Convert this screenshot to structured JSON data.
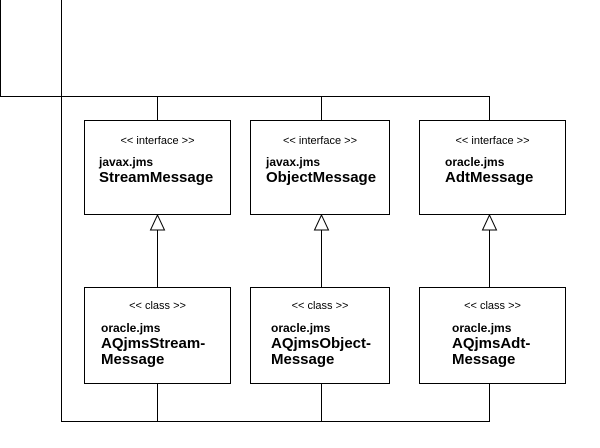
{
  "interfaces": [
    {
      "stereotype": "<< interface >>",
      "package": "javax.jms",
      "name": "StreamMessage"
    },
    {
      "stereotype": "<< interface >>",
      "package": "javax.jms",
      "name": "ObjectMessage"
    },
    {
      "stereotype": "<< interface >>",
      "package": "oracle.jms",
      "name": "AdtMessage"
    }
  ],
  "classes": [
    {
      "stereotype": "<< class >>",
      "package": "oracle.jms",
      "name_line1": "AQjmsStream-",
      "name_line2": "Message"
    },
    {
      "stereotype": "<< class >>",
      "package": "oracle.jms",
      "name_line1": "AQjmsObject-",
      "name_line2": "Message"
    },
    {
      "stereotype": "<< class >>",
      "package": "oracle.jms",
      "name_line1": "AQjmsAdt-",
      "name_line2": "Message"
    }
  ]
}
